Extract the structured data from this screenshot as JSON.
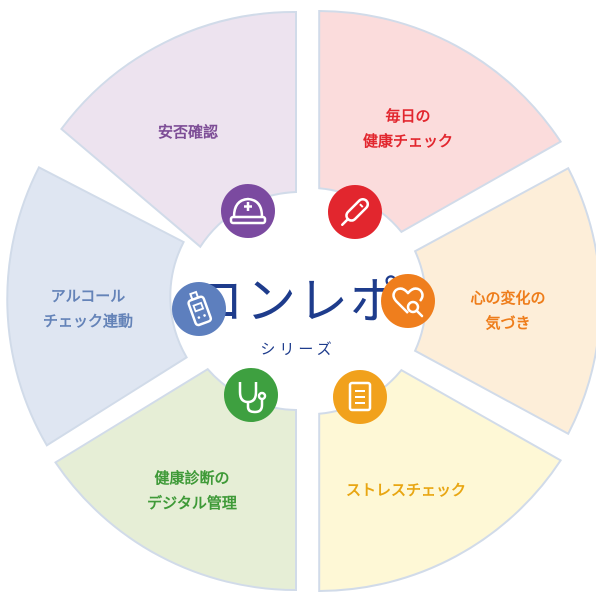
{
  "center": {
    "logo_text": "コンレポ",
    "sub_text": "シリーズ",
    "logo_color": "#1e3c8c"
  },
  "segments": [
    {
      "id": "safety",
      "lines": [
        "安否確認"
      ],
      "fill": "#ede3ef",
      "text_color": "#7d4d96",
      "icon_color": "#7b4aa0",
      "icon": "hard-hat-icon"
    },
    {
      "id": "health",
      "lines": [
        "毎日の",
        "健康チェック"
      ],
      "fill": "#fbdcdc",
      "text_color": "#e2262e",
      "icon_color": "#e2262e",
      "icon": "thermometer-icon"
    },
    {
      "id": "mind",
      "lines": [
        "心の変化の",
        "気づき"
      ],
      "fill": "#fdeed9",
      "text_color": "#ee7d1b",
      "icon_color": "#ef7e1d",
      "icon": "heart-search-icon"
    },
    {
      "id": "stress",
      "lines": [
        "ストレスチェック"
      ],
      "fill": "#fef8d6",
      "text_color": "#e8a613",
      "icon_color": "#f1a11c",
      "icon": "checklist-icon"
    },
    {
      "id": "checkup",
      "lines": [
        "健康診断の",
        "デジタル管理"
      ],
      "fill": "#e6eed6",
      "text_color": "#3f9a38",
      "icon_color": "#3ea040",
      "icon": "stethoscope-icon"
    },
    {
      "id": "alcohol",
      "lines": [
        "アルコール",
        "チェック連動"
      ],
      "fill": "#dfe6f2",
      "text_color": "#6483b8",
      "icon_color": "#5d7fbe",
      "icon": "breathalyzer-icon"
    }
  ]
}
